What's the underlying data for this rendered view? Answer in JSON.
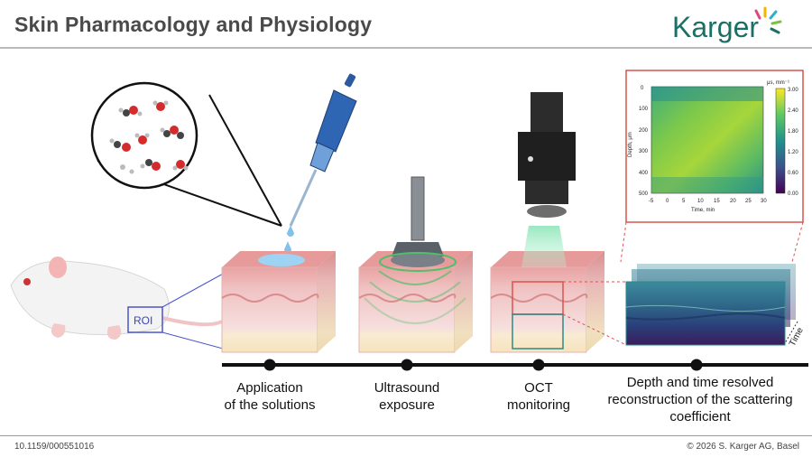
{
  "header": {
    "title": "Skin Pharmacology and Physiology",
    "brand": "Karger"
  },
  "figure": {
    "roi_label": "ROI",
    "time_axis_label": "Time",
    "steps": [
      {
        "label": "Application\nof the solutions"
      },
      {
        "label": "Ultrasound\nexposure"
      },
      {
        "label": "OCT\nmonitoring"
      },
      {
        "label": "Depth and time resolved\nreconstruction of the scattering\ncoefficient"
      }
    ],
    "heatmap_inset": {
      "colorbar_title": "μs, mm⁻¹",
      "colorbar_ticks": [
        "3.00",
        "2.40",
        "1.80",
        "1.20",
        "0.60",
        "0.00"
      ],
      "ylabel": "Depth, μm",
      "y_ticks": [
        "0",
        "100",
        "200",
        "300",
        "400",
        "500"
      ],
      "xlabel": "Time, min",
      "x_ticks": [
        "-5",
        "0",
        "5",
        "10",
        "15",
        "20",
        "25",
        "30"
      ]
    }
  },
  "footer": {
    "doi": "10.1159/000551016",
    "copyright": "© 2026 S. Karger AG, Basel"
  },
  "colors": {
    "brand_teal": "#1d6f66",
    "timeline": "#111111",
    "skin_top": "#e8a3a3",
    "skin_bottom": "#f7e6c5",
    "inset_border": "#d9534f"
  }
}
